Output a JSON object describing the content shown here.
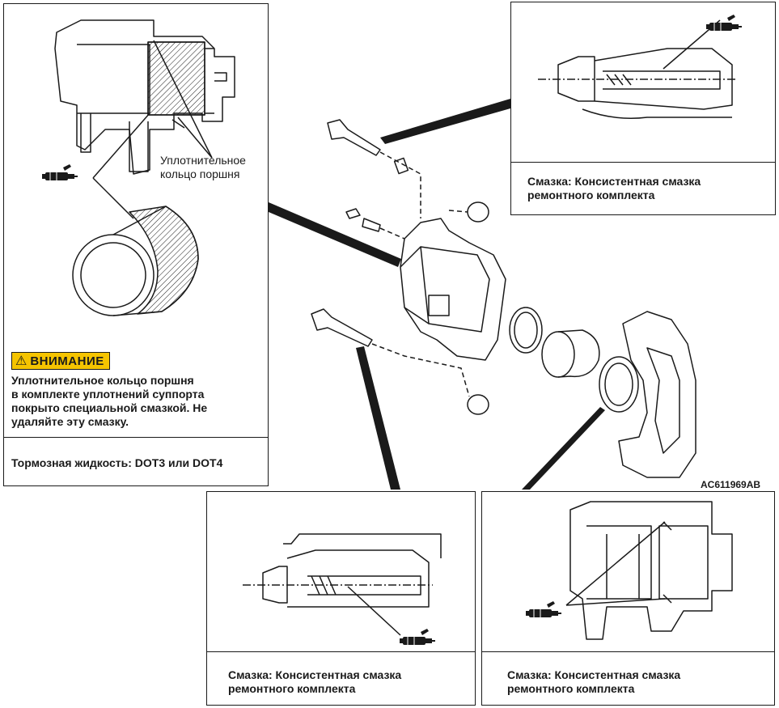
{
  "left_panel": {
    "seal_label": "Уплотнительное\nкольцо поршня",
    "warning_badge": "ВНИМАНИЕ",
    "warning_text": "Уплотнительное кольцо поршня\nв комплекте уплотнений суппорта\nпокрыто специальной смазкой. Не\nудаляйте эту смазку.",
    "fluid_note": "Тормозная жидкость: DOT3 или DOT4"
  },
  "top_right_panel": {
    "lubricant_note": "Смазка: Консистентная смазка\nремонтного комплекта"
  },
  "bottom_middle_panel": {
    "lubricant_note": "Смазка: Консистентная смазка\nремонтного комплекта"
  },
  "bottom_right_panel": {
    "lubricant_note": "Смазка: Консистентная смазка\nремонтного комплекта"
  },
  "figure_code": "AC611969AB",
  "colors": {
    "line": "#1a1a1a",
    "warning": "#f5c400",
    "background": "#ffffff"
  },
  "icons": [
    "grease-gun-icon",
    "warning-triangle-icon"
  ]
}
